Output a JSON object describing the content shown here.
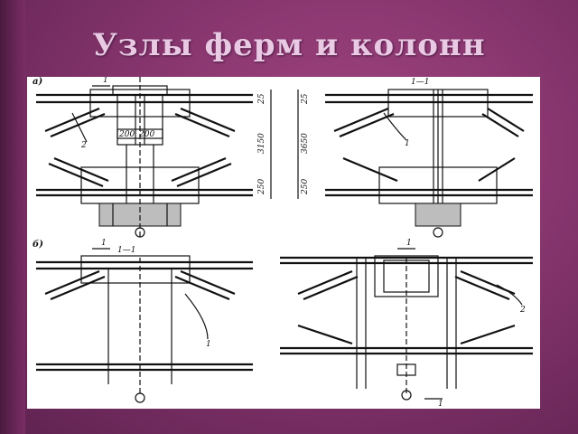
{
  "slide": {
    "title": "Узлы ферм и колонн"
  },
  "drawing": {
    "panel_a": {
      "letter": "а)",
      "section_mark_left": "1",
      "section_title_right": "1—1",
      "dim_200a": "200",
      "dim_200b": "200",
      "dim_250_top": "25",
      "dim_3150": "3150",
      "dim_250_bottom": "250",
      "dim_right_top": "25",
      "dim_right_mid": "3650",
      "dim_right_bottom": "250",
      "callout_left": "2",
      "callout_right": "1"
    },
    "panel_b": {
      "letter": "б)",
      "section_title_left": "1—1",
      "section_mark_left": "1",
      "section_mark_right_top": "1",
      "section_mark_right_bottom": "1",
      "callout_left": "1",
      "callout_right": "2"
    }
  }
}
